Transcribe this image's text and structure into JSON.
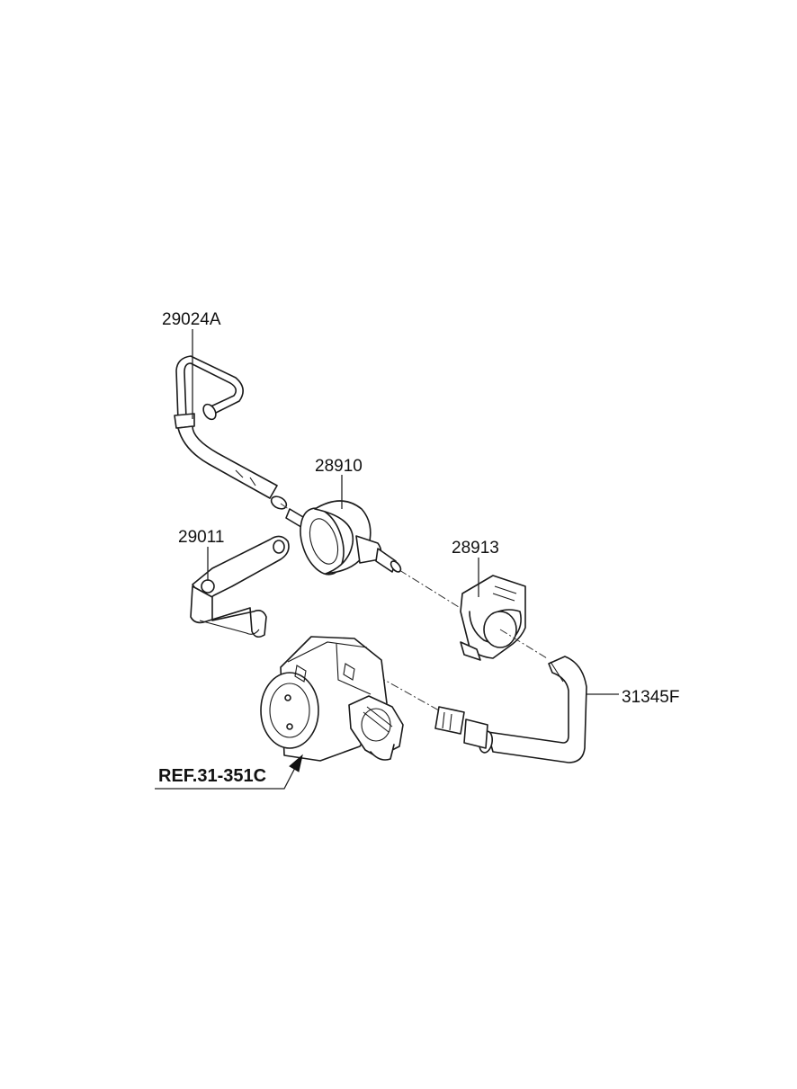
{
  "labels": {
    "hose_upper": "29024A",
    "vacuum_valve": "28910",
    "bracket": "29011",
    "clamp": "28913",
    "hose_lower": "31345F",
    "reference": "REF.31-351C"
  }
}
